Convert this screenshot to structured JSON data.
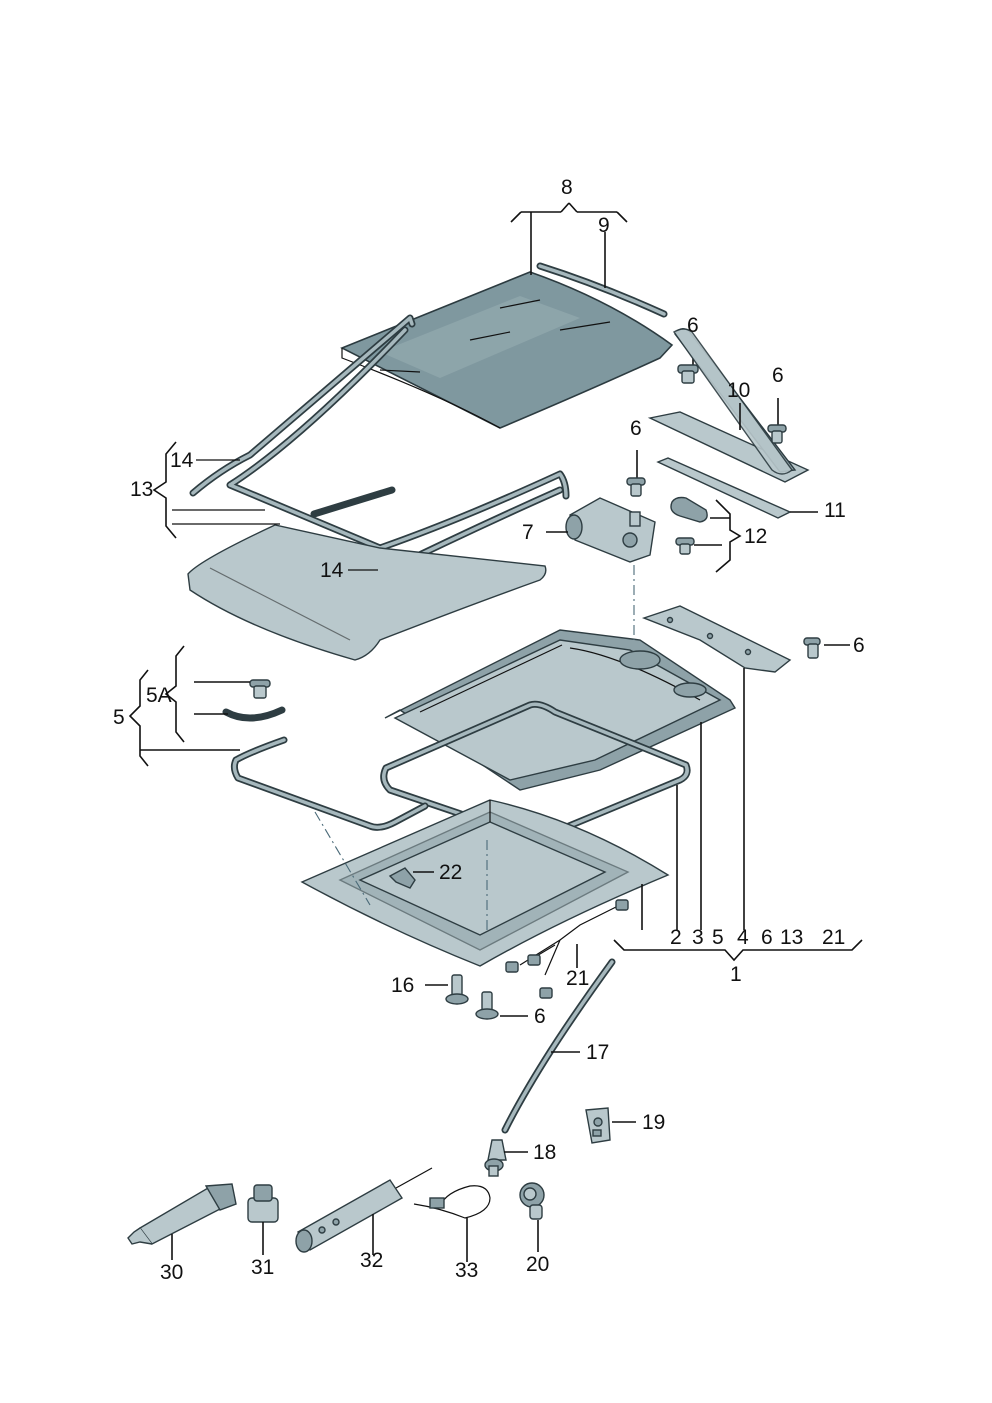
{
  "labels": {
    "l8": "8",
    "l9": "9",
    "l6a": "6",
    "l6b": "6",
    "l10": "10",
    "l6c": "6",
    "l14a": "14",
    "l13": "13",
    "l11": "11",
    "l7": "7",
    "l12": "12",
    "l14b": "14",
    "l6d": "6",
    "l5A": "5A",
    "l5": "5",
    "l22": "22",
    "l2": "2",
    "l3": "3",
    "l5b": "5",
    "l4": "4",
    "l6e": "6",
    "l13b": "13",
    "l21a": "21",
    "l1": "1",
    "l21b": "21",
    "l16": "16",
    "l6f": "6",
    "l17": "17",
    "l19": "19",
    "l18": "18",
    "l30": "30",
    "l31": "31",
    "l32": "32",
    "l33": "33",
    "l20": "20"
  }
}
